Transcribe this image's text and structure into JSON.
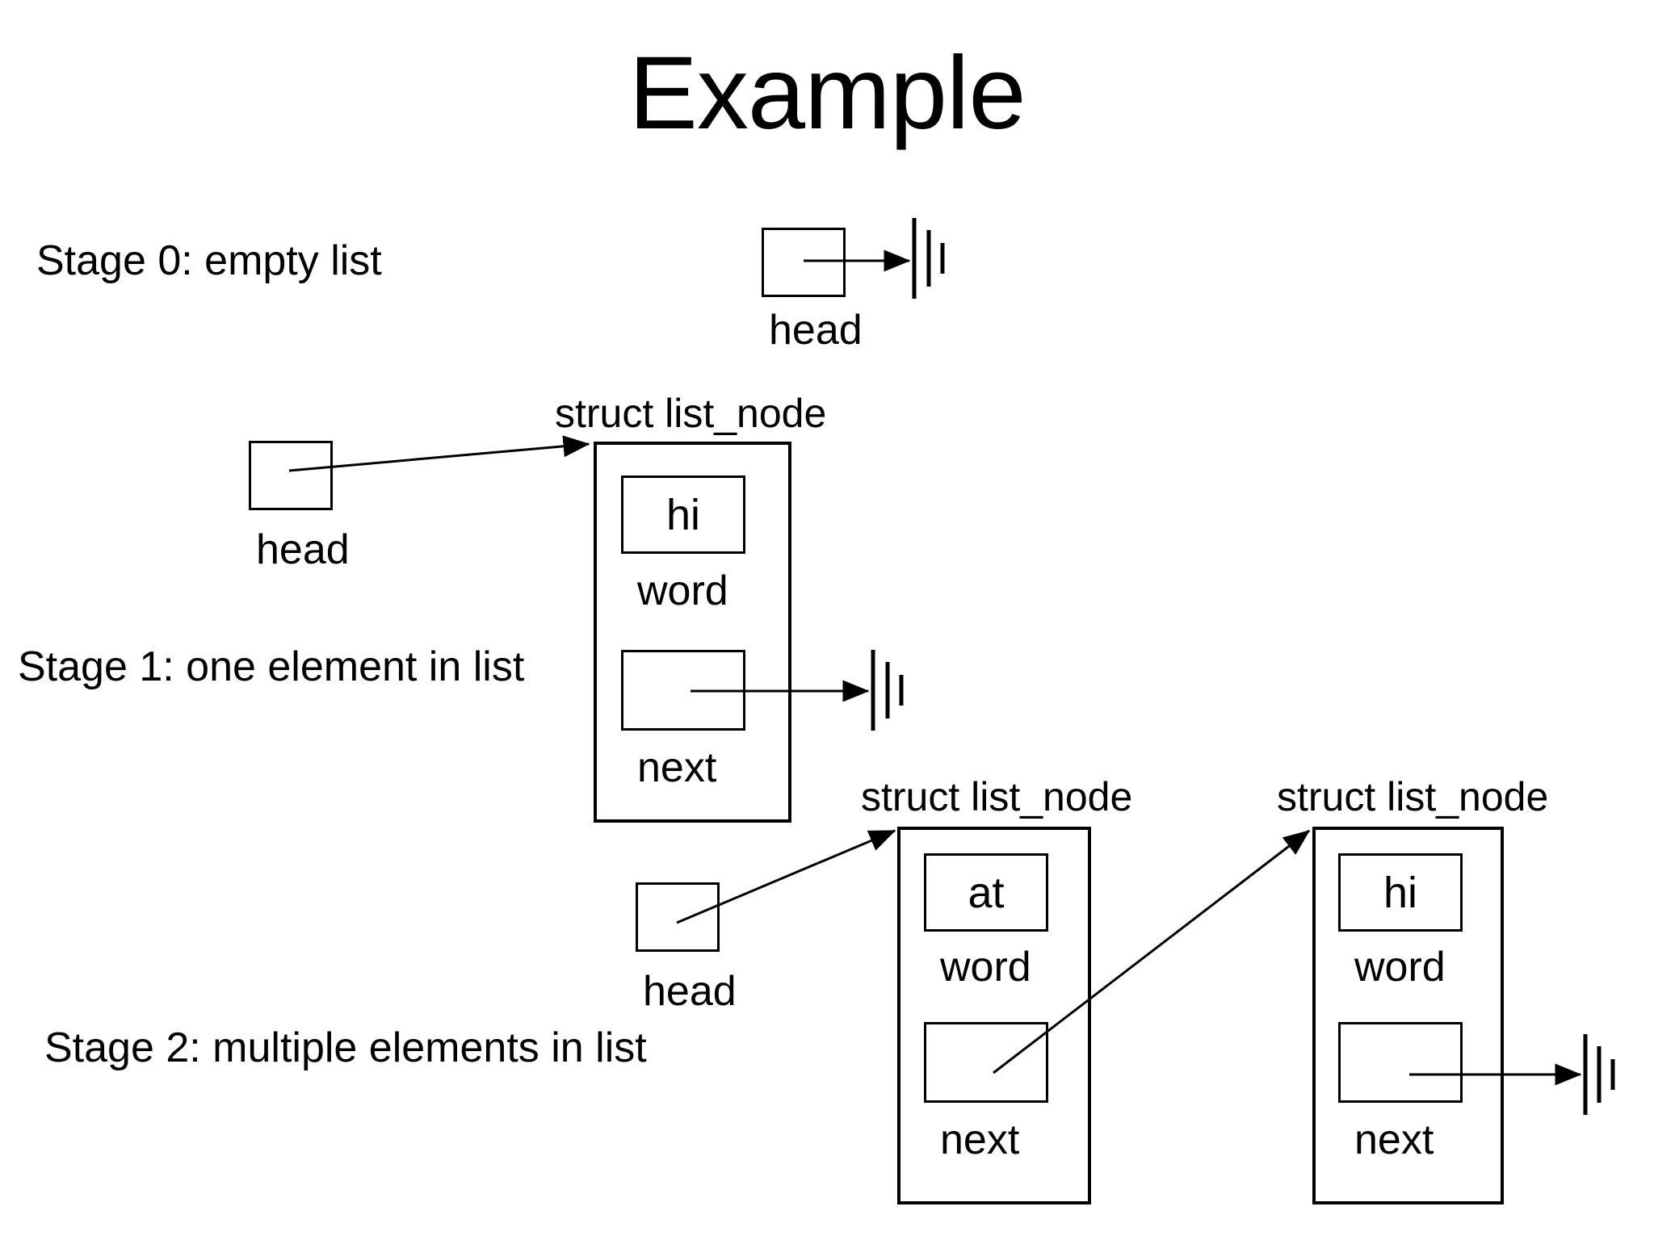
{
  "slide": {
    "title": "Example"
  },
  "stages": [
    {
      "id": "stage-0",
      "label": "Stage 0: empty list",
      "head_label": "head",
      "nodes": []
    },
    {
      "id": "stage-1",
      "label": "Stage 1: one element in list",
      "head_label": "head",
      "nodes": [
        {
          "type_label": "struct list_node",
          "word_value": "hi",
          "word_field_label": "word",
          "next_field_label": "next",
          "next_target": "null-ground"
        }
      ]
    },
    {
      "id": "stage-2",
      "label": "Stage 2: multiple elements in list",
      "head_label": "head",
      "nodes": [
        {
          "type_label": "struct list_node",
          "word_value": "at",
          "word_field_label": "word",
          "next_field_label": "next",
          "next_target": "node-2"
        },
        {
          "type_label": "struct list_node",
          "word_value": "hi",
          "word_field_label": "word",
          "next_field_label": "next",
          "next_target": "null-ground"
        }
      ]
    }
  ],
  "symbols": {
    "ground": "null-pointer-ground-symbol",
    "arrow": "pointer-arrow"
  },
  "colors": {
    "stroke": "#000000",
    "background": "#ffffff",
    "text": "#000000"
  }
}
